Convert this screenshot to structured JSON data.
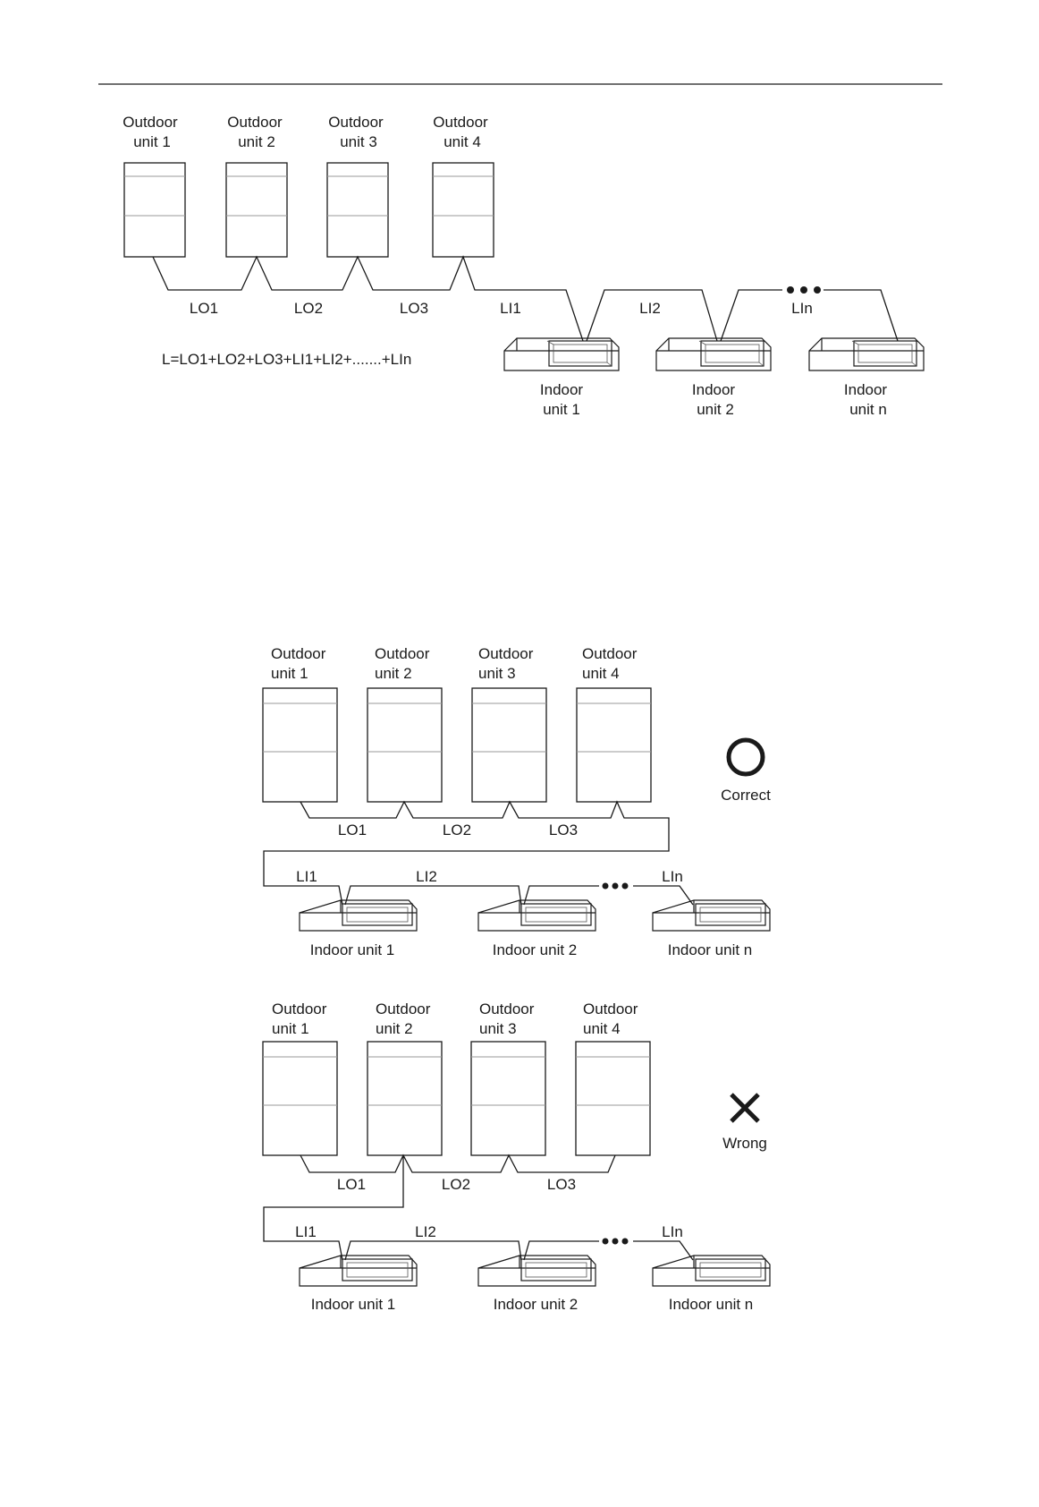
{
  "diagram1": {
    "outdoor_units": [
      {
        "line1": "Outdoor",
        "line2": "unit 1"
      },
      {
        "line1": "Outdoor",
        "line2": "unit 2"
      },
      {
        "line1": "Outdoor",
        "line2": "unit 3"
      },
      {
        "line1": "Outdoor",
        "line2": "unit 4"
      }
    ],
    "indoor_units": [
      {
        "line1": "Indoor",
        "line2": "unit 1"
      },
      {
        "line1": "Indoor",
        "line2": "unit 2"
      },
      {
        "line1": "Indoor",
        "line2": "unit n"
      }
    ],
    "segments": [
      "LO1",
      "LO2",
      "LO3",
      "LI1",
      "LI2",
      "LIn"
    ],
    "formula": "L=LO1+LO2+LO3+LI1+LI2+.......+LIn"
  },
  "diagram2": {
    "outdoor_units": [
      {
        "line1": "Outdoor",
        "line2": "unit 1"
      },
      {
        "line1": "Outdoor",
        "line2": "unit 2"
      },
      {
        "line1": "Outdoor",
        "line2": "unit 3"
      },
      {
        "line1": "Outdoor",
        "line2": "unit 4"
      }
    ],
    "indoor_units": [
      "Indoor unit 1",
      "Indoor unit 2",
      "Indoor unit n"
    ],
    "segments": [
      "LO1",
      "LO2",
      "LO3",
      "LI1",
      "LI2",
      "LIn"
    ],
    "verdict": "Correct"
  },
  "diagram3": {
    "outdoor_units": [
      {
        "line1": "Outdoor",
        "line2": "unit 1"
      },
      {
        "line1": "Outdoor",
        "line2": "unit 2"
      },
      {
        "line1": "Outdoor",
        "line2": "unit 3"
      },
      {
        "line1": "Outdoor",
        "line2": "unit 4"
      }
    ],
    "indoor_units": [
      "Indoor unit 1",
      "Indoor unit 2",
      "Indoor unit n"
    ],
    "segments": [
      "LO1",
      "LO2",
      "LO3",
      "LI1",
      "LI2",
      "LIn"
    ],
    "verdict": "Wrong"
  }
}
